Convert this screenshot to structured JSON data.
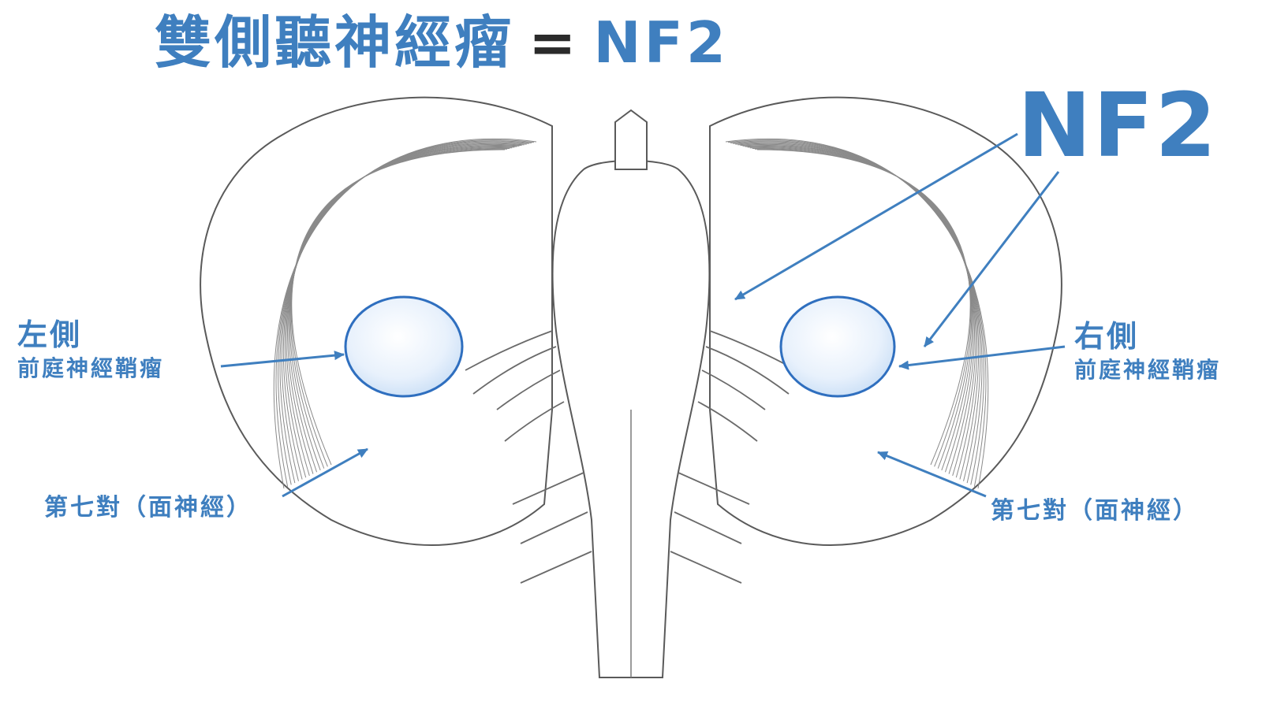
{
  "title": {
    "main": "雙側聽神經瘤",
    "equals": "=",
    "abbr": "NF2"
  },
  "callout_main": "NF2",
  "left_tumor": {
    "side": "左側",
    "name": "前庭神經鞘瘤"
  },
  "right_tumor": {
    "side": "右側",
    "name": "前庭神經鞘瘤"
  },
  "left_nerve": "第七對（面神經）",
  "right_nerve": "第七對（面神經）",
  "colors": {
    "accent": "#3f7fbf",
    "ink": "#2b2b2b",
    "tumor_fill": "#e6f0fb",
    "tumor_edge": "#2f6fbf",
    "line_art": "#5a5a5a"
  }
}
